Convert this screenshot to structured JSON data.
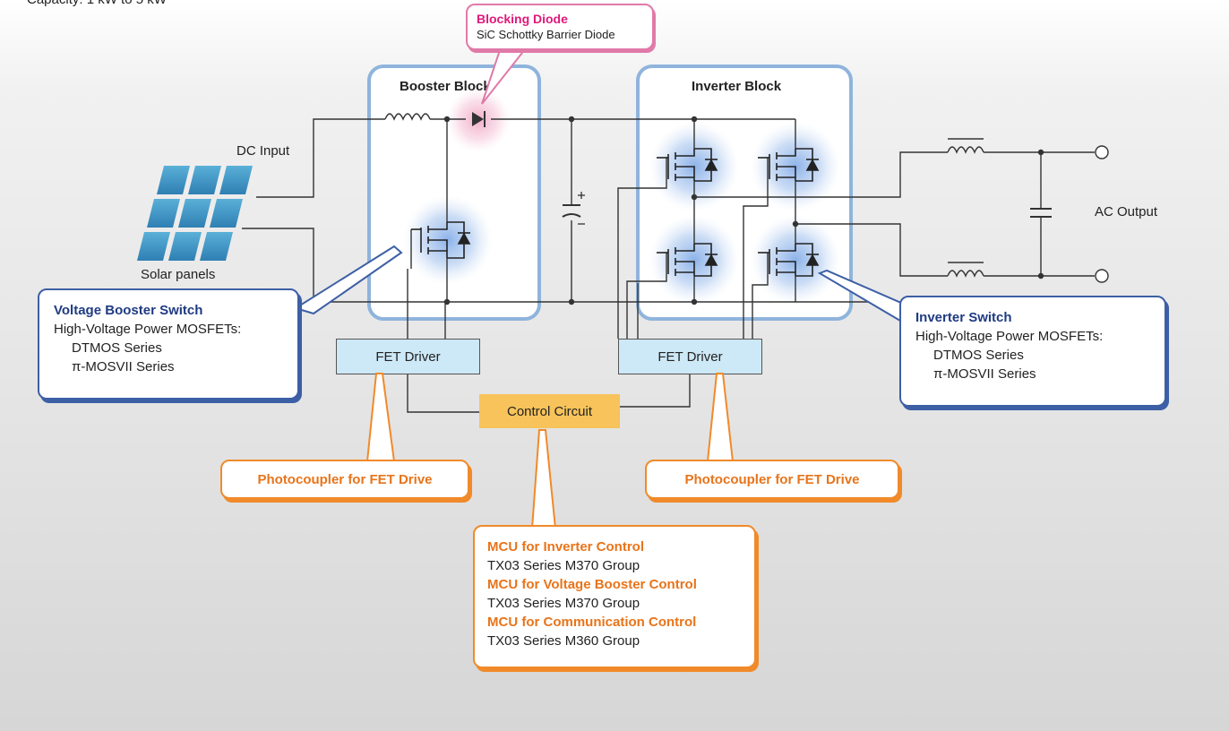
{
  "top_note": "Capacity: 1 kW to 5 kW",
  "blocks": {
    "booster": "Booster Block",
    "inverter": "Inverter Block"
  },
  "labels": {
    "dc_input": "DC Input",
    "solar_panels": "Solar panels",
    "ac_output": "AC Output"
  },
  "blocking_diode": {
    "title": "Blocking Diode",
    "subtitle": "SiC Schottky Barrier Diode"
  },
  "voltage_booster_switch": {
    "title": "Voltage Booster Switch",
    "line1": "High-Voltage Power MOSFETs:",
    "line2": "DTMOS Series",
    "line3": "π-MOSVII Series"
  },
  "inverter_switch": {
    "title": "Inverter Switch",
    "line1": "High-Voltage Power MOSFETs:",
    "line2": "DTMOS Series",
    "line3": "π-MOSVII Series"
  },
  "fet_driver": {
    "left": "FET Driver",
    "right": "FET Driver"
  },
  "control_circuit": "Control Circuit",
  "photocoupler": {
    "left": "Photocoupler for FET Drive",
    "right": "Photocoupler for FET Drive"
  },
  "mcu": {
    "h1": "MCU for Inverter Control",
    "v1": "TX03 Series M370 Group",
    "h2": "MCU for Voltage Booster Control",
    "v2": "TX03 Series M370 Group",
    "h3": "MCU for Communication Control",
    "v3": "TX03 Series M360 Group"
  },
  "colors": {
    "blue_accent": "#3d5fa5",
    "orange_accent": "#f08a2a",
    "pink_accent": "#e07aa8",
    "block_border": "#8fb4dc",
    "fet_driver_fill": "#cde8f6",
    "control_fill": "#f7c35a",
    "panel_blue": "#3b8fc0"
  }
}
